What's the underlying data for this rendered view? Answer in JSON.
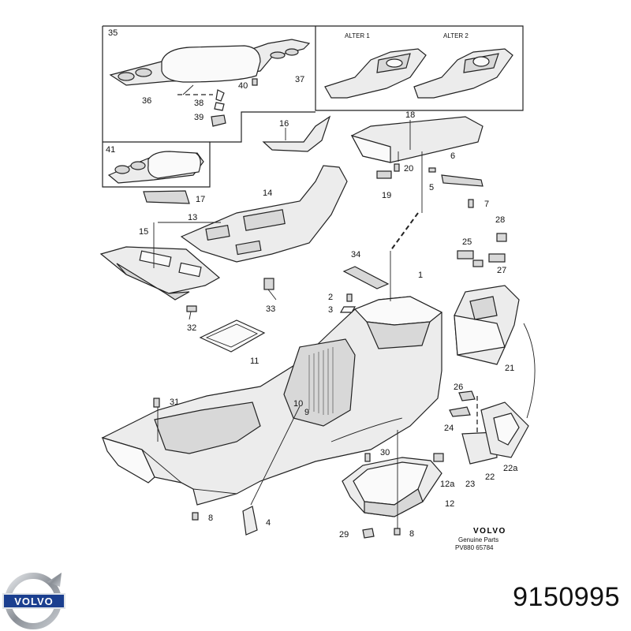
{
  "insets": {
    "top_left_number": "35",
    "alter1": "ALTER 1",
    "alter2": "ALTER 2",
    "left_number": "41"
  },
  "callouts": [
    {
      "id": "c35",
      "text": "35"
    },
    {
      "id": "c36",
      "text": "36"
    },
    {
      "id": "c37",
      "text": "37"
    },
    {
      "id": "c38",
      "text": "38"
    },
    {
      "id": "c39",
      "text": "39"
    },
    {
      "id": "c40",
      "text": "40"
    },
    {
      "id": "c41",
      "text": "41"
    },
    {
      "id": "c18",
      "text": "18"
    },
    {
      "id": "c16",
      "text": "16"
    },
    {
      "id": "c17",
      "text": "17"
    },
    {
      "id": "c14",
      "text": "14"
    },
    {
      "id": "c13",
      "text": "13"
    },
    {
      "id": "c15",
      "text": "15"
    },
    {
      "id": "c20",
      "text": "20"
    },
    {
      "id": "c19",
      "text": "19"
    },
    {
      "id": "c6",
      "text": "6"
    },
    {
      "id": "c5",
      "text": "5"
    },
    {
      "id": "c7",
      "text": "7"
    },
    {
      "id": "c28",
      "text": "28"
    },
    {
      "id": "c25",
      "text": "25"
    },
    {
      "id": "c27",
      "text": "27"
    },
    {
      "id": "c34",
      "text": "34"
    },
    {
      "id": "c1",
      "text": "1"
    },
    {
      "id": "c2",
      "text": "2"
    },
    {
      "id": "c3",
      "text": "3"
    },
    {
      "id": "c33",
      "text": "33"
    },
    {
      "id": "c32",
      "text": "32"
    },
    {
      "id": "c11",
      "text": "11"
    },
    {
      "id": "c21",
      "text": "21"
    },
    {
      "id": "c31",
      "text": "31"
    },
    {
      "id": "c10",
      "text": "10"
    },
    {
      "id": "c9",
      "text": "9"
    },
    {
      "id": "c26",
      "text": "26"
    },
    {
      "id": "c24",
      "text": "24"
    },
    {
      "id": "c30",
      "text": "30"
    },
    {
      "id": "c22",
      "text": "22"
    },
    {
      "id": "c22a",
      "text": "22a"
    },
    {
      "id": "c23",
      "text": "23"
    },
    {
      "id": "c12a",
      "text": "12a"
    },
    {
      "id": "c12",
      "text": "12"
    },
    {
      "id": "c8a",
      "text": "8"
    },
    {
      "id": "c8b",
      "text": "8"
    },
    {
      "id": "c4",
      "text": "4"
    },
    {
      "id": "c29",
      "text": "29"
    }
  ],
  "genuine": {
    "brand": "VOLVO",
    "line1": "Genuine Parts",
    "line2": "PV880 65784"
  },
  "logo_text": "VOLVO",
  "part_number": "9150995",
  "colors": {
    "ink": "#111111",
    "paper": "#ffffff",
    "logo_blue": "#1b3f8f",
    "logo_silver": "#8a8f96"
  }
}
